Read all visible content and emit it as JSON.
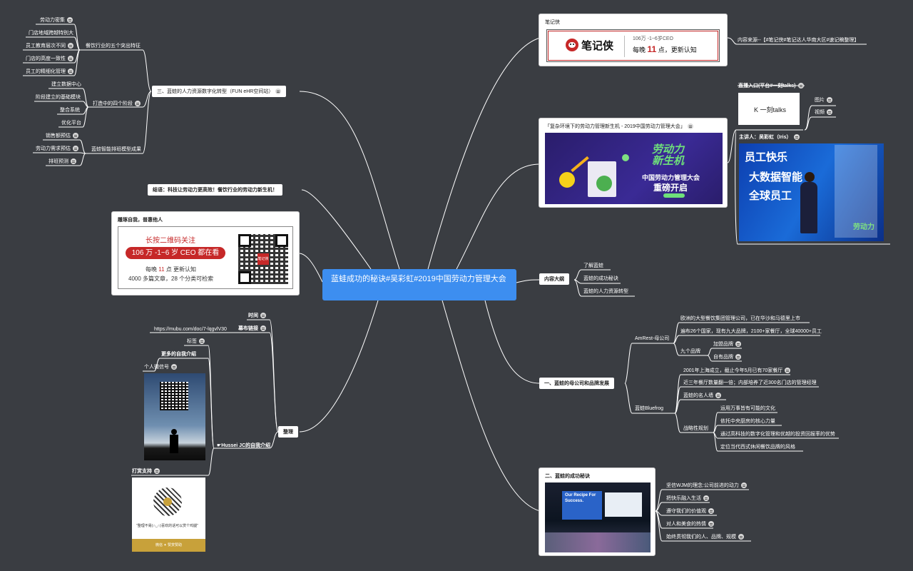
{
  "root": {
    "title": "蓝蛙成功的秘诀#吴彩虹#2019中国劳动力管理大会"
  },
  "left": {
    "hr": {
      "label": "三、蓝蛙的人力资源数字化转型（FUN eHR空间站）",
      "g1": {
        "label": "餐饮行业的五个突出特征",
        "items": [
          "劳动力密集",
          "门店地域跨越特别大",
          "员工教育层次不同",
          "门店的高度一致性",
          "员工的精细化管理"
        ]
      },
      "g2": {
        "label": "打造中的四个阶段",
        "items": [
          "建立数据中心",
          "阶段建立的基础模块",
          "整合系统",
          "优化平台"
        ]
      },
      "g3": {
        "label": "蓝蛙智能排班模型成果",
        "items": [
          "销售额预估",
          "劳动力需求预估",
          "排班预测"
        ]
      }
    },
    "conclusion": "结语：科技让劳动力更高效！餐饮行业的劳动力新生机！",
    "promo": {
      "title": "雕琢自我，普惠他人",
      "line1": "长按二维码关注",
      "line2": "106 万  -1~6 岁 CEO 都在看",
      "line3a": "每晚 ",
      "line3b": "11",
      "line3c": " 点  更新认知",
      "line4": "4000 多篇文章，28 个分类可检索",
      "qr_logo": "笔记侠"
    },
    "arrange": {
      "label": "整理",
      "time": "时间",
      "link_label": "幕布链接",
      "link_url": "https://mubu.com/doc/7-lqgvlV30",
      "tag": "标签",
      "more_intro": "更多的自我介绍",
      "wechat": "个人微信号",
      "self_intro": "☛Hussei JC的自我介绍",
      "tip": "打赏支持",
      "tip_quote": "\"整理不易(∩_∩)喜欢的话可以赏个鸡腿\"",
      "tip_footer": "微信 ✦ 赞赏赞助"
    }
  },
  "right": {
    "bijixia": {
      "title": "笔记侠",
      "logo_text": "笔记侠",
      "stat": "106万  -1~6岁CEO",
      "slogan_a": "每晚 ",
      "slogan_b": "11",
      "slogan_c": " 点，更新认知",
      "source": "内容来源--【#笔记侠#笔记达人华南大区#速记稿整理】"
    },
    "conference": {
      "title": "「复杂环境下的劳动力管理新生机 - 2019中国劳动力管理大会」",
      "banner_small": "劳动力",
      "banner_big": "新生机",
      "banner_line1": "中国劳动力管理大会",
      "banner_line2": "重磅开启",
      "live_label": "直播入口(平台#一刻talks)",
      "live_logo": "K  一刻talks",
      "picture": "图片",
      "video": "视频",
      "speaker": "主讲人：吴彩虹（Iris）",
      "photo_lines": [
        "员工快乐",
        "大数据智能",
        "全球员工"
      ],
      "photo_tag": "劳动力"
    },
    "outline": {
      "label": "内容大纲",
      "items": [
        "了解蓝蛙",
        "蓝蛙的成功秘诀",
        "蓝蛙的人力资源转型"
      ]
    },
    "section1": {
      "label": "一、蓝蛙的母公司和品牌发展",
      "amrest": {
        "label": "AmRest-母公司",
        "items": [
          "欧洲的大型餐饮集团管理公司，已在华沙和马德里上市",
          "遍布26个国家，现有九大品牌，2100+家餐厅，全球40000+员工"
        ],
        "nine": "九个品牌",
        "nine_items": [
          "加盟品牌",
          "自有品牌"
        ]
      },
      "bluefrog": {
        "label": "蓝蛙Bluefrog",
        "items": [
          "2001年上海成立，截止今年5月已有70家餐厅",
          "近三年餐厅数量翻一倍；内部培养了近300名门店的管理经理",
          "蓝蛙的名人墙"
        ],
        "strategy": "战略性规划",
        "strategy_items": [
          "运用万事皆有可能的文化",
          "依托中央厨房的核心力量",
          "通过高科技的数字化管理和优越的投资回报率的优势",
          "定位当代西式休闲餐饮品牌的风格"
        ]
      }
    },
    "section2": {
      "label": "二、蓝蛙的成功秘诀",
      "slide_text": "Our Recipe For Success.",
      "items": [
        "坚信WJM的理念:公司前进的动力",
        "把快乐融入生活",
        "遵守我们的价值观",
        "对人和美食的热情",
        "始终贯彻我们的人、品牌、规模"
      ]
    }
  },
  "colors": {
    "bg": "#3a3d42",
    "root": "#3d8ef0",
    "line": "#ffffff",
    "accent": "#e53935",
    "gold": "#c8a13a"
  }
}
